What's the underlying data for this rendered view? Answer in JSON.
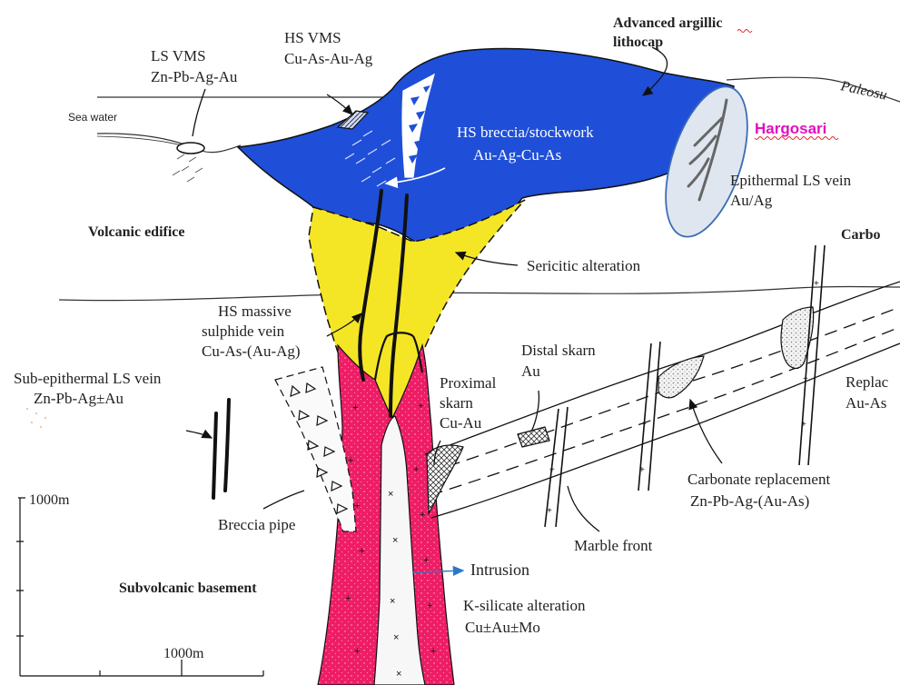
{
  "labels": {
    "ls_vms": "LS VMS",
    "ls_vms_metals": "Zn-Pb-Ag-Au",
    "hs_vms": "HS VMS",
    "hs_vms_metals": "Cu-As-Au-Ag",
    "sea_water": "Sea water",
    "advanced_argillic_line1": "Advanced argillic",
    "advanced_argillic_line2": "lithocap",
    "paleosurface": "Paleosu",
    "hs_breccia_line1": "HS breccia/stockwork",
    "hs_breccia_line2": "Au-Ag-Cu-As",
    "hargosari": "Hargosari",
    "epithermal_ls_line1": "Epithermal LS vein",
    "epithermal_ls_line2": "Au/Ag",
    "volcanic_edifice": "Volcanic edifice",
    "carbonate": "Carbo",
    "sericitic_alteration": "Sericitic alteration",
    "hs_massive_line1": "HS massive",
    "hs_massive_line2": "sulphide vein",
    "hs_massive_line3": "Cu-As-(Au-Ag)",
    "distal_skarn_line1": "Distal skarn",
    "distal_skarn_line2": "Au",
    "sub_epithermal_line1": "Sub-epithermal LS vein",
    "sub_epithermal_line2": "Zn-Pb-Ag±Au",
    "proximal_skarn_line1": "Proximal",
    "proximal_skarn_line2": "skarn",
    "proximal_skarn_line3": "Cu-Au",
    "replacement_line1": "Replac",
    "replacement_line2": "Au-As",
    "carbonate_replacement_line1": "Carbonate replacement",
    "carbonate_replacement_line2": "Zn-Pb-Ag-(Au-As)",
    "scale_vertical": "1000m",
    "breccia_pipe": "Breccia pipe",
    "marble_front": "Marble front",
    "intrusion": "Intrusion",
    "subvolcanic_basement": "Subvolcanic basement",
    "k_silicate_line1": "K-silicate alteration",
    "k_silicate_line2": "Cu±Au±Mo",
    "scale_horizontal": "1000m"
  },
  "colors": {
    "lithocap_blue": "#1f4fd8",
    "sericitic_yellow": "#f5e625",
    "intrusion_pink": "#ee1d66",
    "hargosari_pink": "#e10fc1",
    "ellipse_fill": "#dfe6f0",
    "ellipse_stroke": "#3a6db5",
    "intrusion_arrow": "#2b78c4"
  }
}
